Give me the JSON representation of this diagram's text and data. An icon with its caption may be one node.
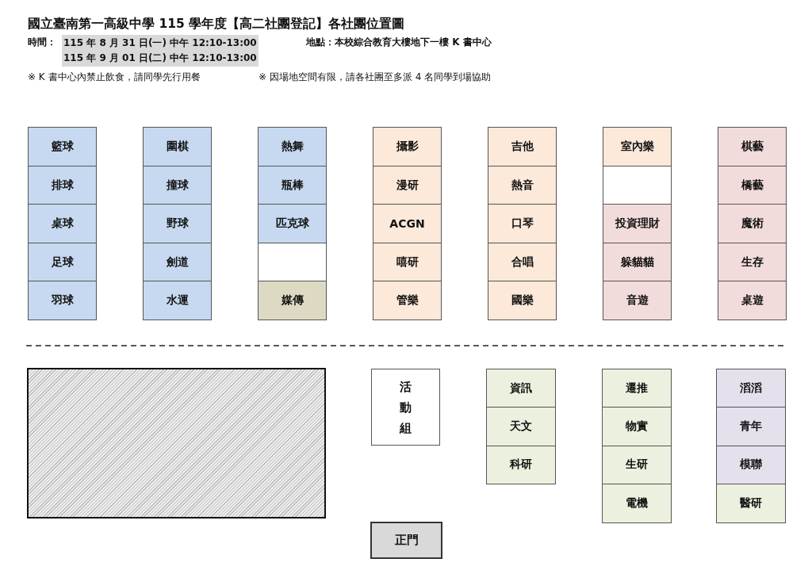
{
  "diagram": {
    "title": "國立臺南第一高級中學 115 學年度【高二社團登記】各社團位置圖",
    "nodes": [
      {
        "text": [
          "籃球"
        ]
      },
      {
        "text": [
          "排球"
        ]
      },
      {
        "text": [
          "桌球"
        ]
      },
      {
        "text": [
          "足球"
        ]
      },
      {
        "text": [
          "羽球"
        ]
      },
      {
        "text": [
          "圍棋"
        ]
      },
      {
        "text": [
          "撞球"
        ]
      },
      {
        "text": [
          "野球"
        ]
      },
      {
        "text": [
          "劍道"
        ]
      },
      {
        "text": [
          "水運"
        ]
      },
      {
        "text": [
          "熱舞"
        ]
      },
      {
        "text": [
          "瓶棒"
        ]
      },
      {
        "text": [
          "匹克球"
        ]
      },
      {
        "text": [],
        "shape": "box"
      },
      {
        "text": [
          "媒傳"
        ]
      },
      {
        "text": [
          "攝影"
        ]
      },
      {
        "text": [
          "漫研"
        ]
      },
      {
        "text": [
          "ACGN"
        ]
      },
      {
        "text": [
          "嘻研"
        ]
      },
      {
        "text": [
          "管樂"
        ]
      },
      {
        "text": [
          "吉他"
        ]
      },
      {
        "text": [
          "熱音"
        ]
      },
      {
        "text": [
          "口琴"
        ]
      },
      {
        "text": [
          "合唱"
        ]
      },
      {
        "text": [
          "國樂"
        ]
      },
      {
        "text": [
          "室內樂"
        ]
      },
      {
        "text": [],
        "shape": "box"
      },
      {
        "text": [
          "投資理財"
        ]
      },
      {
        "text": [
          "躲貓貓"
        ]
      },
      {
        "text": [
          "音遊"
        ]
      },
      {
        "text": [
          "棋藝"
        ]
      },
      {
        "text": [
          "橋藝"
        ]
      },
      {
        "text": [
          "魔術"
        ]
      },
      {
        "text": [
          "生存"
        ]
      },
      {
        "text": [
          "桌遊"
        ]
      },
      {
        "text": [],
        "shape": "box"
      },
      {
        "text": [
          "活動組"
        ]
      },
      {
        "text": [
          "資訊"
        ]
      },
      {
        "text": [
          "天文"
        ]
      },
      {
        "text": [
          "科研"
        ]
      },
      {
        "text": [
          "遷推"
        ]
      },
      {
        "text": [
          "物實"
        ]
      },
      {
        "text": [
          "生研"
        ]
      },
      {
        "text": [
          "電機"
        ]
      },
      {
        "text": [
          "滔滔"
        ]
      },
      {
        "text": [
          "青年"
        ]
      },
      {
        "text": [
          "模聯"
        ]
      },
      {
        "text": [
          "醫研"
        ]
      },
      {
        "text": [
          "正門"
        ]
      }
    ],
    "labels": [
      "時間：",
      "115 年 8 月 31 日(一) 中午 12:10-13:00",
      "地點：本校綜合教育大樓地下一樓 K 書中心",
      "115 年 9 月 01 日(二) 中午 12:10-13:00",
      "※ K 書中心內禁止飲食，請同學先行用餐",
      "※ 因場地空間有限，請各社團至多派 4 名同學到場協助"
    ]
  }
}
